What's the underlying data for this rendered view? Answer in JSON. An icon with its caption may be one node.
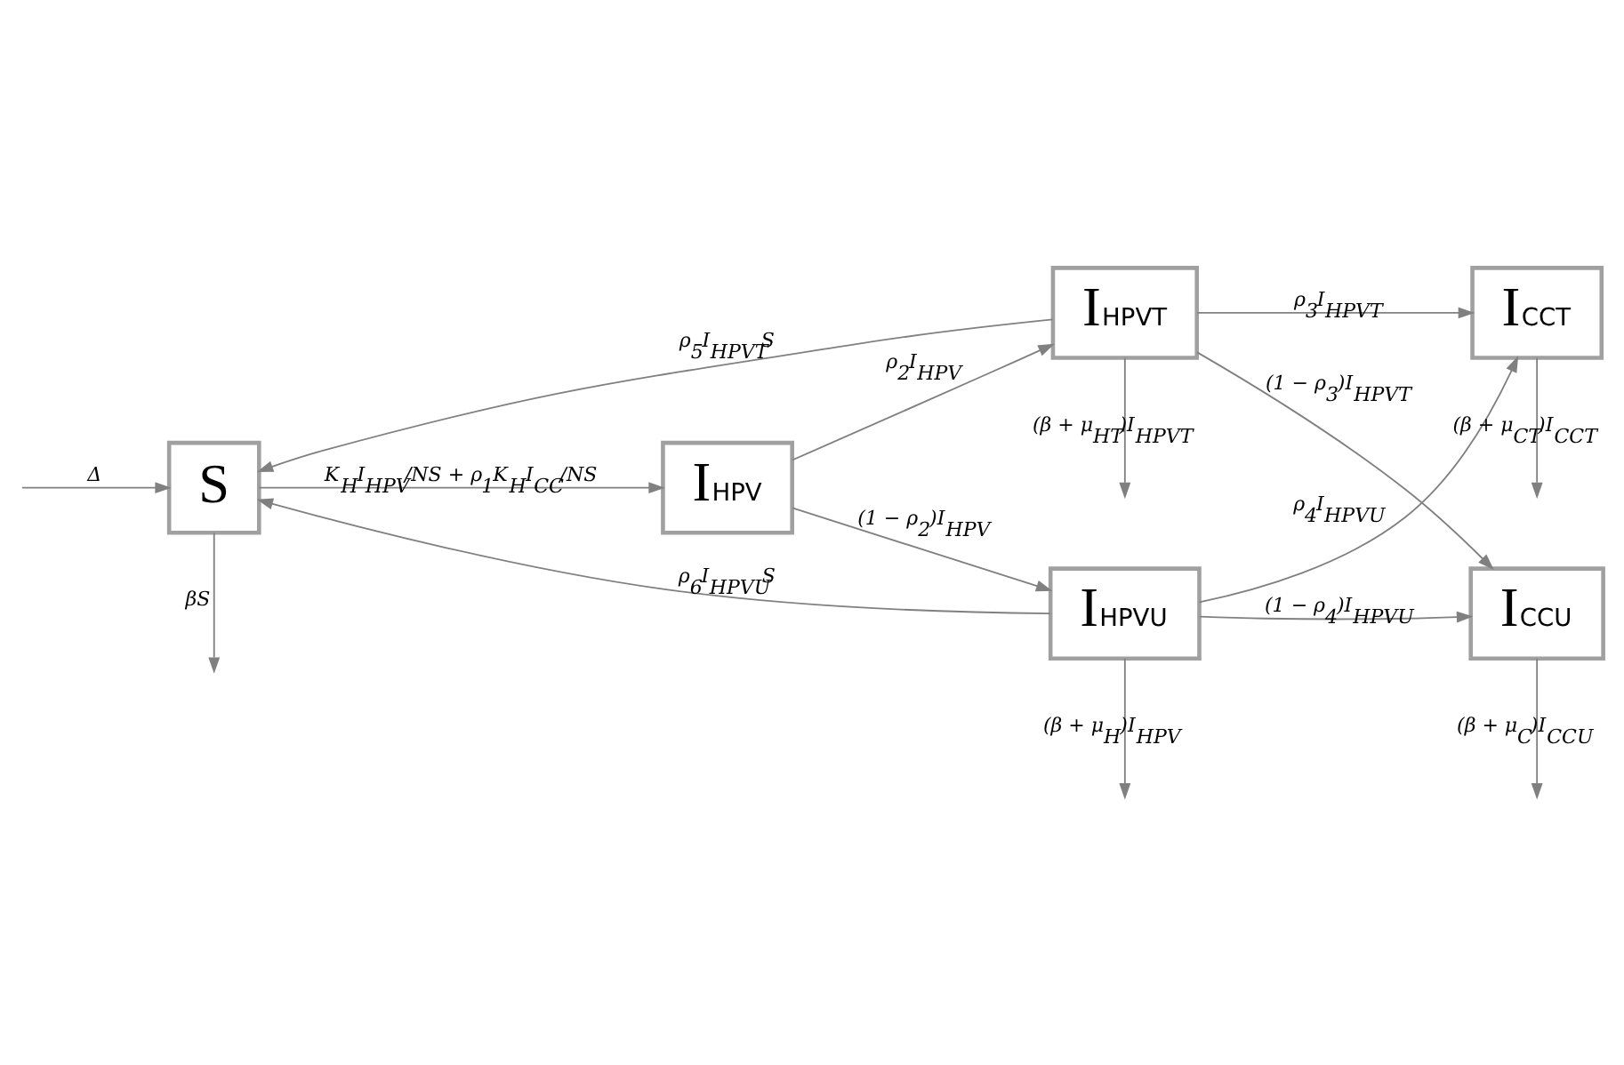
{
  "diagram": {
    "nodes": [
      {
        "text": [
          "S"
        ]
      },
      {
        "text": [
          "I$_{HPV}$"
        ]
      },
      {
        "text": [
          "I$_{HPVT}$"
        ]
      },
      {
        "text": [
          "I$_{HPVU}$"
        ]
      },
      {
        "text": [
          "I$_{CCT}$"
        ]
      },
      {
        "text": [
          "I$_{CCU}$"
        ]
      }
    ],
    "edges": [
      {
        "from": null,
        "to": 0,
        "arrow": "to",
        "label": "Δ"
      },
      {
        "from": 0,
        "to": null,
        "arrow": "to",
        "label": "βS"
      },
      {
        "from": 0,
        "to": 1,
        "arrow": "to",
        "label": "K$_{H}$I$_{HPV}$/NS + ρ$_{1}$K$_{H}$I$_{CC}$/NS"
      },
      {
        "from": 2,
        "to": 0,
        "arrow": "to",
        "label": "ρ$_{5}$I$_{HPVT}$S"
      },
      {
        "from": 3,
        "to": 0,
        "arrow": "to",
        "label": "ρ$_{6}$I$_{HPVU}$S"
      },
      {
        "from": 1,
        "to": 2,
        "arrow": "to",
        "label": "ρ$_{2}$I$_{HPV}$"
      },
      {
        "from": 1,
        "to": 3,
        "arrow": "to",
        "label": "(1 − ρ$_{2}$)I$_{HPV}$"
      },
      {
        "from": 2,
        "to": null,
        "arrow": "to",
        "label": "(β + μ$_{HT}$)I$_{HPVT}$"
      },
      {
        "from": 2,
        "to": 4,
        "arrow": "to",
        "label": "ρ$_{3}$I$_{HPVT}$"
      },
      {
        "from": 2,
        "to": 5,
        "arrow": "to",
        "label": "(1 − ρ$_{3}$)I$_{HPVT}$"
      },
      {
        "from": 3,
        "to": 4,
        "arrow": "to",
        "label": "ρ$_{4}$I$_{HPVU}$"
      },
      {
        "from": 3,
        "to": 5,
        "arrow": "to",
        "label": "(1 − ρ$_{4}$)I$_{HPVU}$"
      },
      {
        "from": 3,
        "to": null,
        "arrow": "to",
        "label": "(β + μ$_{H}$)I$_{HPV}$"
      },
      {
        "from": 4,
        "to": null,
        "arrow": "to",
        "label": "(β + μ$_{CT}$)I$_{CCT}$"
      },
      {
        "from": 5,
        "to": null,
        "arrow": "to",
        "label": "(β + μ$_{C}$)I$_{CCU}$"
      }
    ]
  }
}
